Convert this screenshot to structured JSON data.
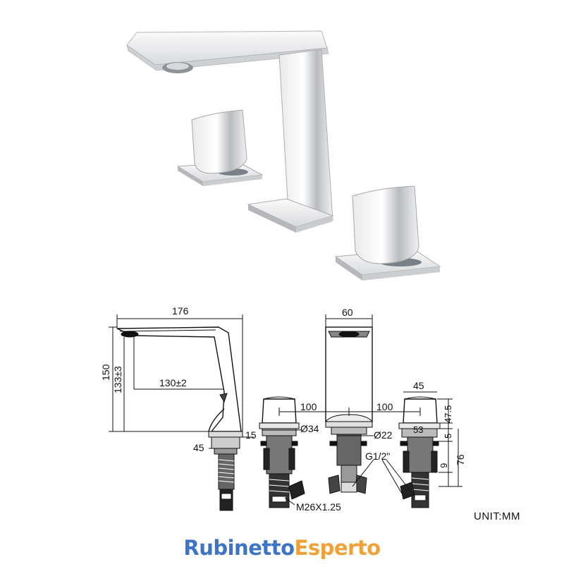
{
  "product_image": {
    "alt": "Three-hole chrome basin mixer with two lever handles"
  },
  "dimensions": {
    "width_total": "176",
    "height_total": "150",
    "spout_height": "133±3",
    "spout_reach": "130±2",
    "base_height": "15",
    "base_width": "45",
    "spout_width": "60",
    "spacing_left": "100",
    "spacing_right": "100",
    "handle_diameter": "Ø34",
    "spout_diameter": "Ø22",
    "handle_width": "45",
    "handle_height": "47.5",
    "handle_base": "53",
    "handle_step": "5",
    "handle_low": "9",
    "shank_length": "76",
    "thread_shank": "M26X1.25",
    "thread_inlet": "G1/2\""
  },
  "unit_label": "UNIT:MM",
  "brand": {
    "part1": "Rubinetto",
    "part2": "Esperto"
  }
}
